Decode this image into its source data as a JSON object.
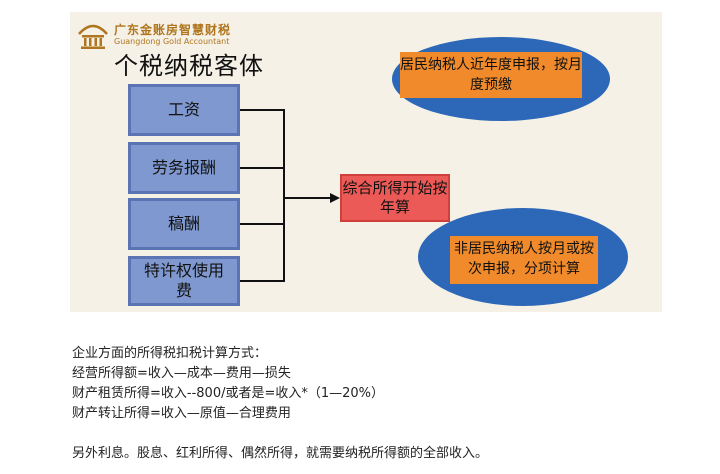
{
  "logo": {
    "name_cn": "广东金账房智慧财税",
    "name_en": "Guangdong Gold Accountant"
  },
  "slide": {
    "title": "个税纳税客体",
    "income_items": [
      "工资",
      "劳务报酬",
      "稿酬",
      "特许权使用费"
    ],
    "result": "综合所得开始按年算",
    "callout_resident": "居民纳税人近年度申报，按月度预缴",
    "callout_nonresident": "非居民纳税人按月或按次申报，分项计算"
  },
  "article": {
    "lines": [
      "企业方面的所得税扣税计算方式：",
      "经营所得额=收入—成本—费用—损失",
      "财产租赁所得=收入--800/或者是=收入*（1—20%）",
      "财产转让所得=收入—原值—合理费用"
    ],
    "closing": "另外利息。股息、红利所得、偶然所得，就需要纳税所得额的全部收入。"
  },
  "colors": {
    "slide_bg": "#f5f1e6",
    "box_fill": "#7f98cf",
    "box_border": "#5b74b4",
    "result_fill": "#ec5a57",
    "bubble_blue": "#2d68b8",
    "callout_orange": "#f08a2a",
    "logo_gold": "#b0761f"
  }
}
